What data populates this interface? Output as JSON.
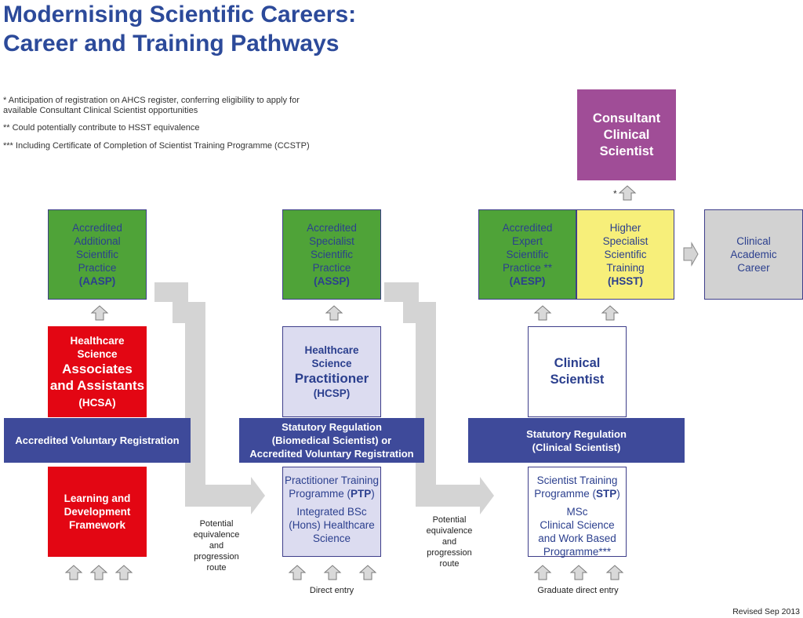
{
  "title": {
    "line1": "Modernising Scientific Careers:",
    "line2": "Career and Training Pathways"
  },
  "notes": {
    "n1_line1": "* Anticipation of registration on AHCS register, conferring eligibility to apply for",
    "n1_line2": "available Consultant Clinical Scientist opportunities",
    "n2": "** Could potentially contribute to HSST equivalence",
    "n3": "*** Including Certificate of Completion of Scientist Training Programme (CCSTP)"
  },
  "consultant": {
    "l1": "Consultant",
    "l2": "Clinical",
    "l3": "Scientist",
    "star": "*"
  },
  "aasp": {
    "l1": "Accredited",
    "l2": "Additional",
    "l3": "Scientific",
    "l4": "Practice",
    "abbr": "(AASP)"
  },
  "assp": {
    "l1": "Accredited",
    "l2": "Specialist",
    "l3": "Scientific",
    "l4": "Practice",
    "abbr": "(ASSP)"
  },
  "aesp": {
    "l1": "Accredited",
    "l2": "Expert",
    "l3": "Scientific",
    "l4": "Practice **",
    "abbr": "(AESP)"
  },
  "hsst": {
    "l1": "Higher",
    "l2": "Specialist",
    "l3": "Scientific",
    "l4": "Training",
    "abbr": "(HSST)"
  },
  "academic": {
    "l1": "Clinical",
    "l2": "Academic",
    "l3": "Career"
  },
  "hcsa": {
    "l1": "Healthcare",
    "l2": "Science",
    "l3": "Associates",
    "l4": "and Assistants",
    "abbr": "(HCSA)"
  },
  "hcsp": {
    "l1": "Healthcare",
    "l2": "Science",
    "l3": "Practitioner",
    "abbr": "(HCSP)"
  },
  "clinsci": {
    "l1": "Clinical",
    "l2": "Scientist"
  },
  "bars": {
    "avr": "Accredited Voluntary Registration",
    "sr1_l1": "Statutory Regulation",
    "sr1_l2": "(Biomedical Scientist) or",
    "sr1_l3": "Accredited Voluntary Registration",
    "sr2_l1": "Statutory Regulation",
    "sr2_l2": "(Clinical Scientist)"
  },
  "ldf": {
    "l1": "Learning and",
    "l2": "Development",
    "l3": "Framework"
  },
  "ptp": {
    "l1": "Practitioner Training",
    "l2": "Programme (",
    "abbr": "PTP",
    "l2end": ")",
    "l3": "Integrated BSc",
    "l4": "(Hons) Healthcare",
    "l5": "Science"
  },
  "stp": {
    "l1": "Scientist Training",
    "l2": "Programme (",
    "abbr": "STP",
    "l2end": ")",
    "l3": "MSc",
    "l4": "Clinical Science",
    "l5": "and Work Based",
    "l6": "Programme***"
  },
  "labels": {
    "equiv1": [
      "Potential",
      "equivalence",
      "and",
      "progression",
      "route"
    ],
    "equiv2": [
      "Potential",
      "equivalence",
      "and",
      "progression",
      "route"
    ],
    "direct": "Direct  entry",
    "graduate": "Graduate direct entry",
    "revised": "Revised Sep 2013"
  },
  "colors": {
    "title": "#2c4a9a",
    "green": "#4fa338",
    "yellow": "#f7ef7a",
    "purple": "#a04d97",
    "red": "#e30613",
    "lilac": "#dcdcf0",
    "bar": "#3e4a9a",
    "grey": "#d2d2d2",
    "arrow": "#d4d4d4"
  }
}
